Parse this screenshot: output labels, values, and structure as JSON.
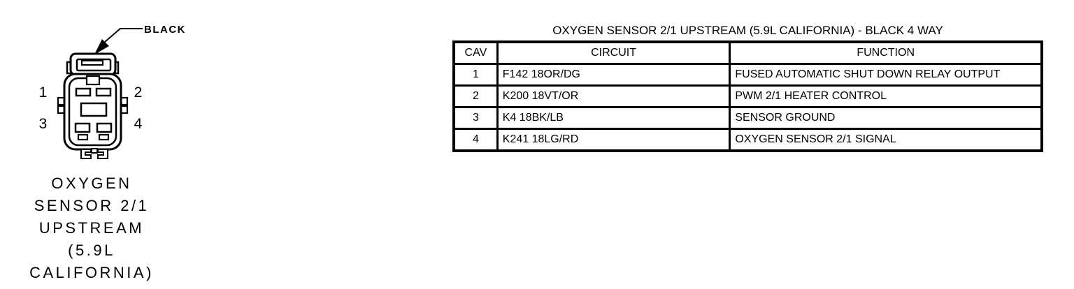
{
  "colors": {
    "ink": "#000000",
    "background": "#ffffff"
  },
  "diagram": {
    "connector_color_label": "BLACK",
    "pin_labels": [
      "1",
      "2",
      "3",
      "4"
    ],
    "caption_lines": [
      "OXYGEN",
      "SENSOR 2/1",
      "UPSTREAM",
      "(5.9L",
      "CALIFORNIA)"
    ]
  },
  "table": {
    "title": "OXYGEN SENSOR 2/1 UPSTREAM (5.9L CALIFORNIA) - BLACK 4 WAY",
    "columns": [
      "CAV",
      "CIRCUIT",
      "FUNCTION"
    ],
    "rows": [
      {
        "cav": "1",
        "circuit": "F142 18OR/DG",
        "function": "FUSED AUTOMATIC SHUT DOWN RELAY OUTPUT"
      },
      {
        "cav": "2",
        "circuit": "K200 18VT/OR",
        "function": "PWM 2/1 HEATER CONTROL"
      },
      {
        "cav": "3",
        "circuit": "K4 18BK/LB",
        "function": "SENSOR GROUND"
      },
      {
        "cav": "4",
        "circuit": "K241 18LG/RD",
        "function": "OXYGEN SENSOR 2/1 SIGNAL"
      }
    ]
  }
}
